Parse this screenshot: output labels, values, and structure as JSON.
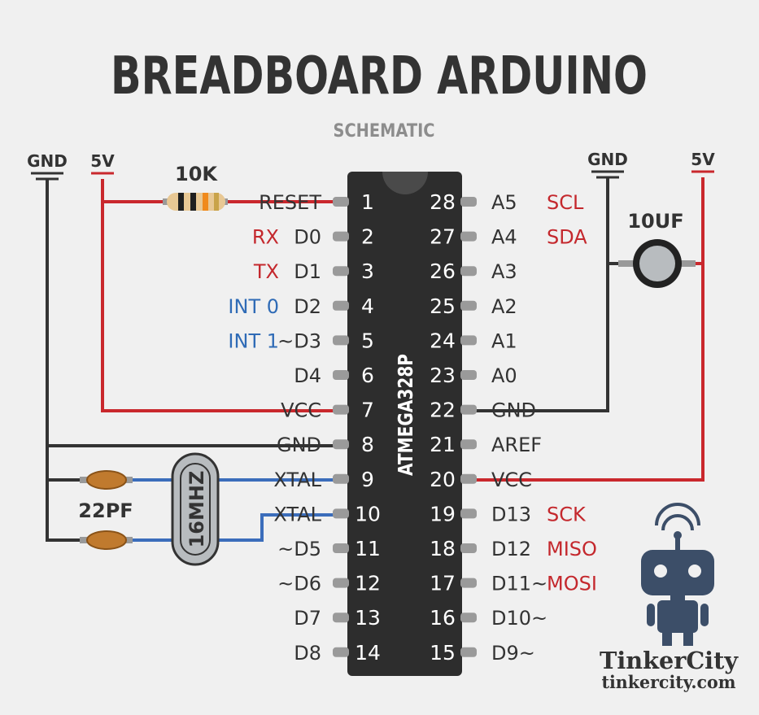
{
  "title": "BREADBOARD ARDUINO",
  "subtitle": "SCHEMATIC",
  "chip_label": "ATMEGA328P",
  "rails": {
    "gnd_left": "GND",
    "v5_left": "5V",
    "gnd_right": "GND",
    "v5_right": "5V"
  },
  "components": {
    "resistor": "10K",
    "capacitor": "10UF",
    "crystal": "16MHZ",
    "crystal_caps": "22PF"
  },
  "left_pins": [
    {
      "number": "1",
      "label": "RESET",
      "func": "",
      "func_color": ""
    },
    {
      "number": "2",
      "label": "D0",
      "func": "RX",
      "func_color": "red"
    },
    {
      "number": "3",
      "label": "D1",
      "func": "TX",
      "func_color": "red"
    },
    {
      "number": "4",
      "label": "D2",
      "func": "INT 0",
      "func_color": "blue"
    },
    {
      "number": "5",
      "label": "~D3",
      "func": "INT 1",
      "func_color": "blue"
    },
    {
      "number": "6",
      "label": "D4",
      "func": "",
      "func_color": ""
    },
    {
      "number": "7",
      "label": "VCC",
      "func": "",
      "func_color": ""
    },
    {
      "number": "8",
      "label": "GND",
      "func": "",
      "func_color": ""
    },
    {
      "number": "9",
      "label": "XTAL",
      "func": "",
      "func_color": ""
    },
    {
      "number": "10",
      "label": "XTAL",
      "func": "",
      "func_color": ""
    },
    {
      "number": "11",
      "label": "~D5",
      "func": "",
      "func_color": ""
    },
    {
      "number": "12",
      "label": "~D6",
      "func": "",
      "func_color": ""
    },
    {
      "number": "13",
      "label": "D7",
      "func": "",
      "func_color": ""
    },
    {
      "number": "14",
      "label": "D8",
      "func": "",
      "func_color": ""
    }
  ],
  "right_pins": [
    {
      "number": "28",
      "label": "A5",
      "func": "SCL"
    },
    {
      "number": "27",
      "label": "A4",
      "func": "SDA"
    },
    {
      "number": "26",
      "label": "A3",
      "func": ""
    },
    {
      "number": "25",
      "label": "A2",
      "func": ""
    },
    {
      "number": "24",
      "label": "A1",
      "func": ""
    },
    {
      "number": "23",
      "label": "A0",
      "func": ""
    },
    {
      "number": "22",
      "label": "GND",
      "func": ""
    },
    {
      "number": "21",
      "label": "AREF",
      "func": ""
    },
    {
      "number": "20",
      "label": "VCC",
      "func": ""
    },
    {
      "number": "19",
      "label": "D13",
      "func": "SCK"
    },
    {
      "number": "18",
      "label": "D12",
      "func": "MISO"
    },
    {
      "number": "17",
      "label": "D11~",
      "func": "MOSI"
    },
    {
      "number": "16",
      "label": "D10~",
      "func": ""
    },
    {
      "number": "15",
      "label": "D9~",
      "func": ""
    }
  ],
  "brand": {
    "name": "TinkerCity",
    "url": "tinkercity.com"
  },
  "colors": {
    "red_wire": "#c9282d",
    "blue_wire": "#3b6dbb",
    "ground_wire": "#333333",
    "chip": "#2d2d2d"
  }
}
